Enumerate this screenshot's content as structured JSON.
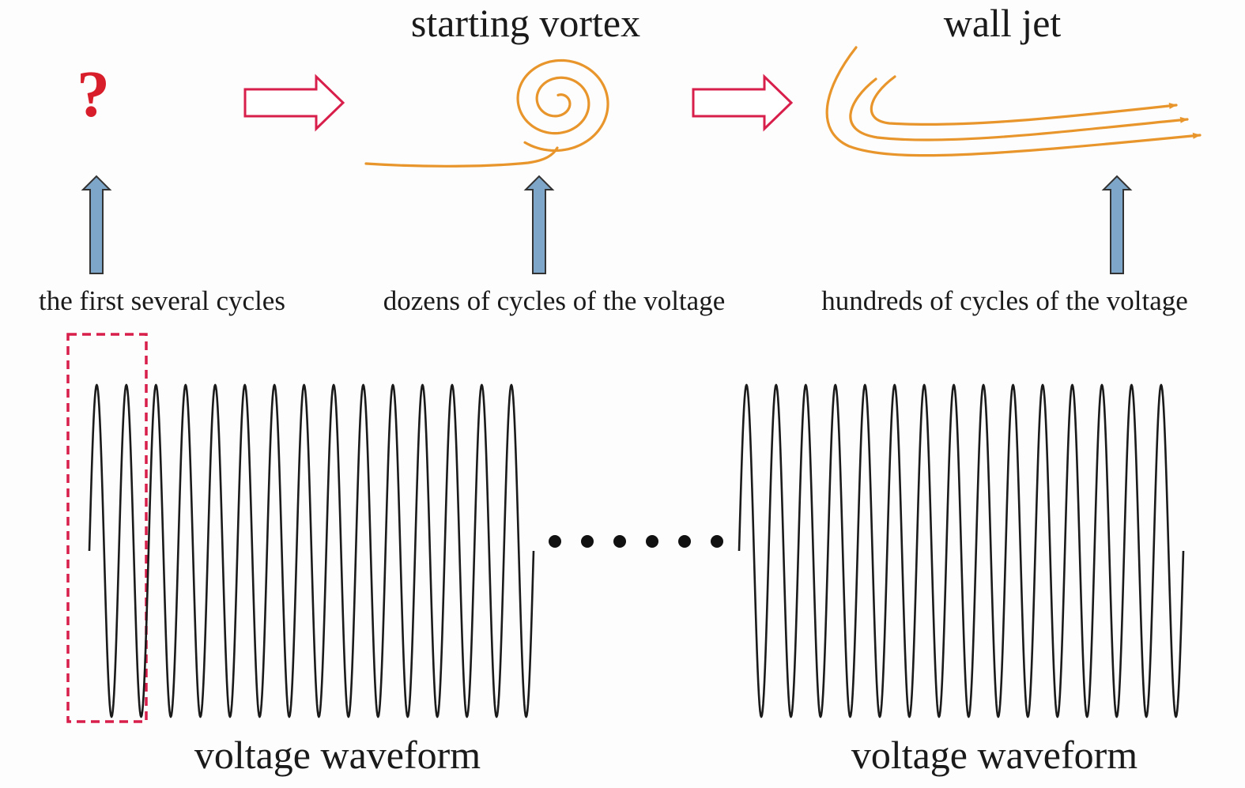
{
  "stages": [
    {
      "title": "",
      "marker": "?",
      "caption": "the first several cycles"
    },
    {
      "title": "starting vortex",
      "caption": "dozens of cycles of the voltage"
    },
    {
      "title": "wall jet",
      "caption": "hundreds of cycles of the voltage"
    }
  ],
  "waveforms": [
    {
      "label": "voltage waveform",
      "cycles": 15,
      "highlighted_cycles": 2
    },
    {
      "label": "voltage waveform",
      "cycles": 15,
      "highlighted_cycles": 0
    }
  ],
  "ellipsis_dot_count": 6,
  "colors": {
    "flow_line": "#e8952b",
    "flow_arrow_outline": "#d81e4a",
    "up_arrow_fill": "#7ea6c8",
    "up_arrow_stroke": "#333333",
    "question_mark": "#d81e2a",
    "highlight_box": "#d81e4a",
    "waveform": "#1a1a1a",
    "text": "#1a1a1a"
  }
}
